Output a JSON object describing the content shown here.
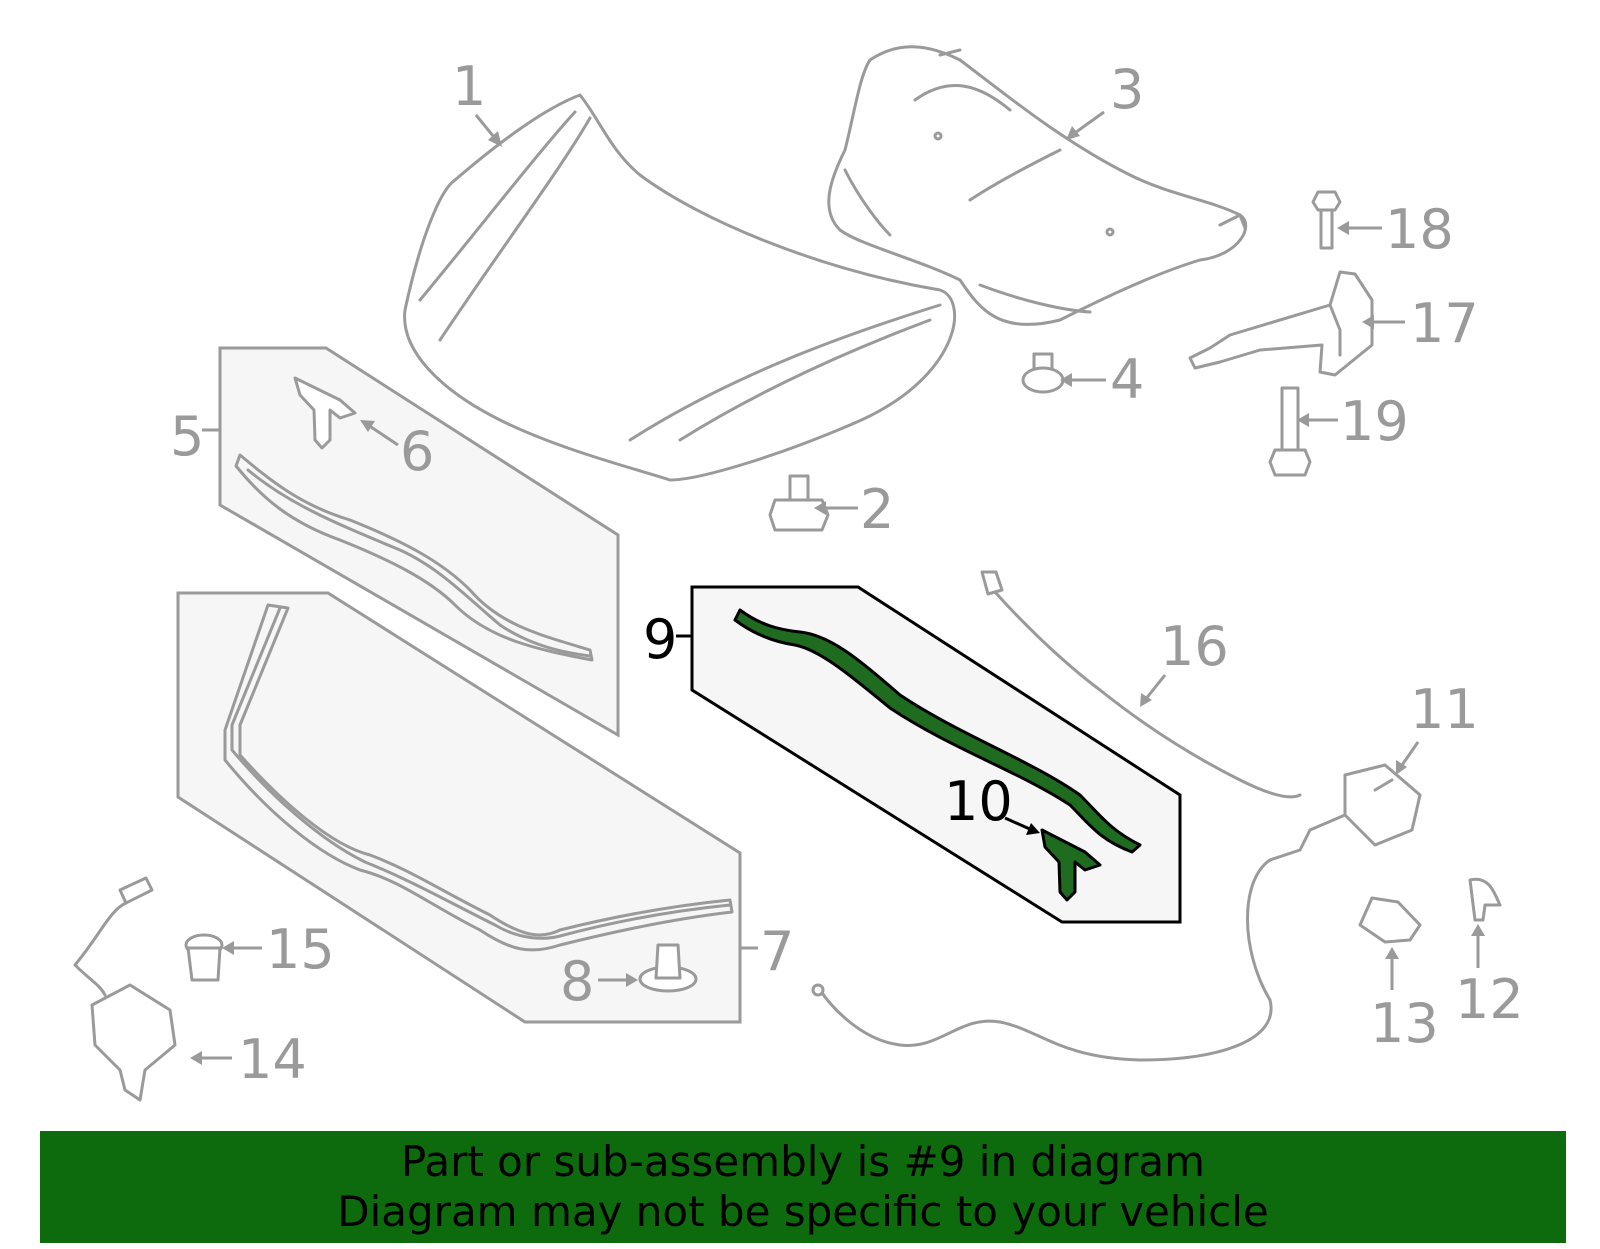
{
  "labels": {
    "p1": "1",
    "p2": "2",
    "p3": "3",
    "p4": "4",
    "p5": "5",
    "p6": "6",
    "p7": "7",
    "p8": "8",
    "p9": "9",
    "p10": "10",
    "p11": "11",
    "p12": "12",
    "p13": "13",
    "p14": "14",
    "p15": "15",
    "p16": "16",
    "p17": "17",
    "p18": "18",
    "p19": "19"
  },
  "highlight_color": "#1f6b1f",
  "banner": {
    "line1": "Part or sub-assembly is #9 in diagram",
    "line2": "Diagram may not be specific to your vehicle",
    "color": "#0d6b0d"
  }
}
